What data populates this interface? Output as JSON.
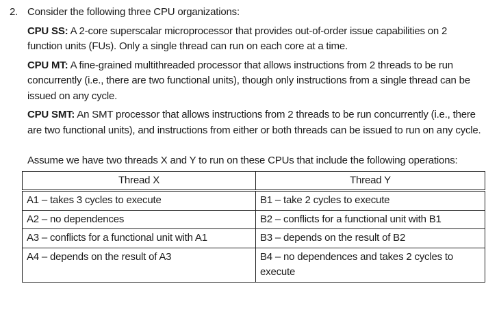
{
  "document": {
    "problem_number": "2.",
    "intro": "Consider the following three CPU organizations:",
    "cpu_definitions": [
      {
        "label": "CPU SS:",
        "text": "A 2-core superscalar microprocessor that provides out-of-order issue capabilities on 2 function units (FUs). Only a single thread can run on each core at a time."
      },
      {
        "label": "CPU MT:",
        "text": "A fine-grained multithreaded processor that allows instructions from 2 threads to be run concurrently (i.e., there are two functional units), though only instructions from a single thread can be issued on any cycle."
      },
      {
        "label": "CPU SMT:",
        "text": "An SMT processor that allows instructions from 2 threads to be run concurrently (i.e., there are two functional units), and instructions from either or both threads can be issued to run on any cycle."
      }
    ],
    "assumption": "Assume we have two threads X and Y to run on these CPUs that include the following operations:",
    "table": {
      "headers": [
        "Thread X",
        "Thread Y"
      ],
      "rows": [
        [
          "A1 – takes 3 cycles to execute",
          "B1 – take 2 cycles to execute"
        ],
        [
          "A2 – no dependences",
          "B2 – conflicts for a functional unit with B1"
        ],
        [
          "A3 – conflicts for a functional unit with A1",
          "B3 – depends on the result of B2"
        ],
        [
          "A4 – depends on the result of A3",
          "B4 – no dependences and takes 2 cycles to execute"
        ]
      ]
    },
    "colors": {
      "text": "#1a1a1a",
      "background": "#ffffff",
      "table_border": "#1f1f1f"
    }
  }
}
